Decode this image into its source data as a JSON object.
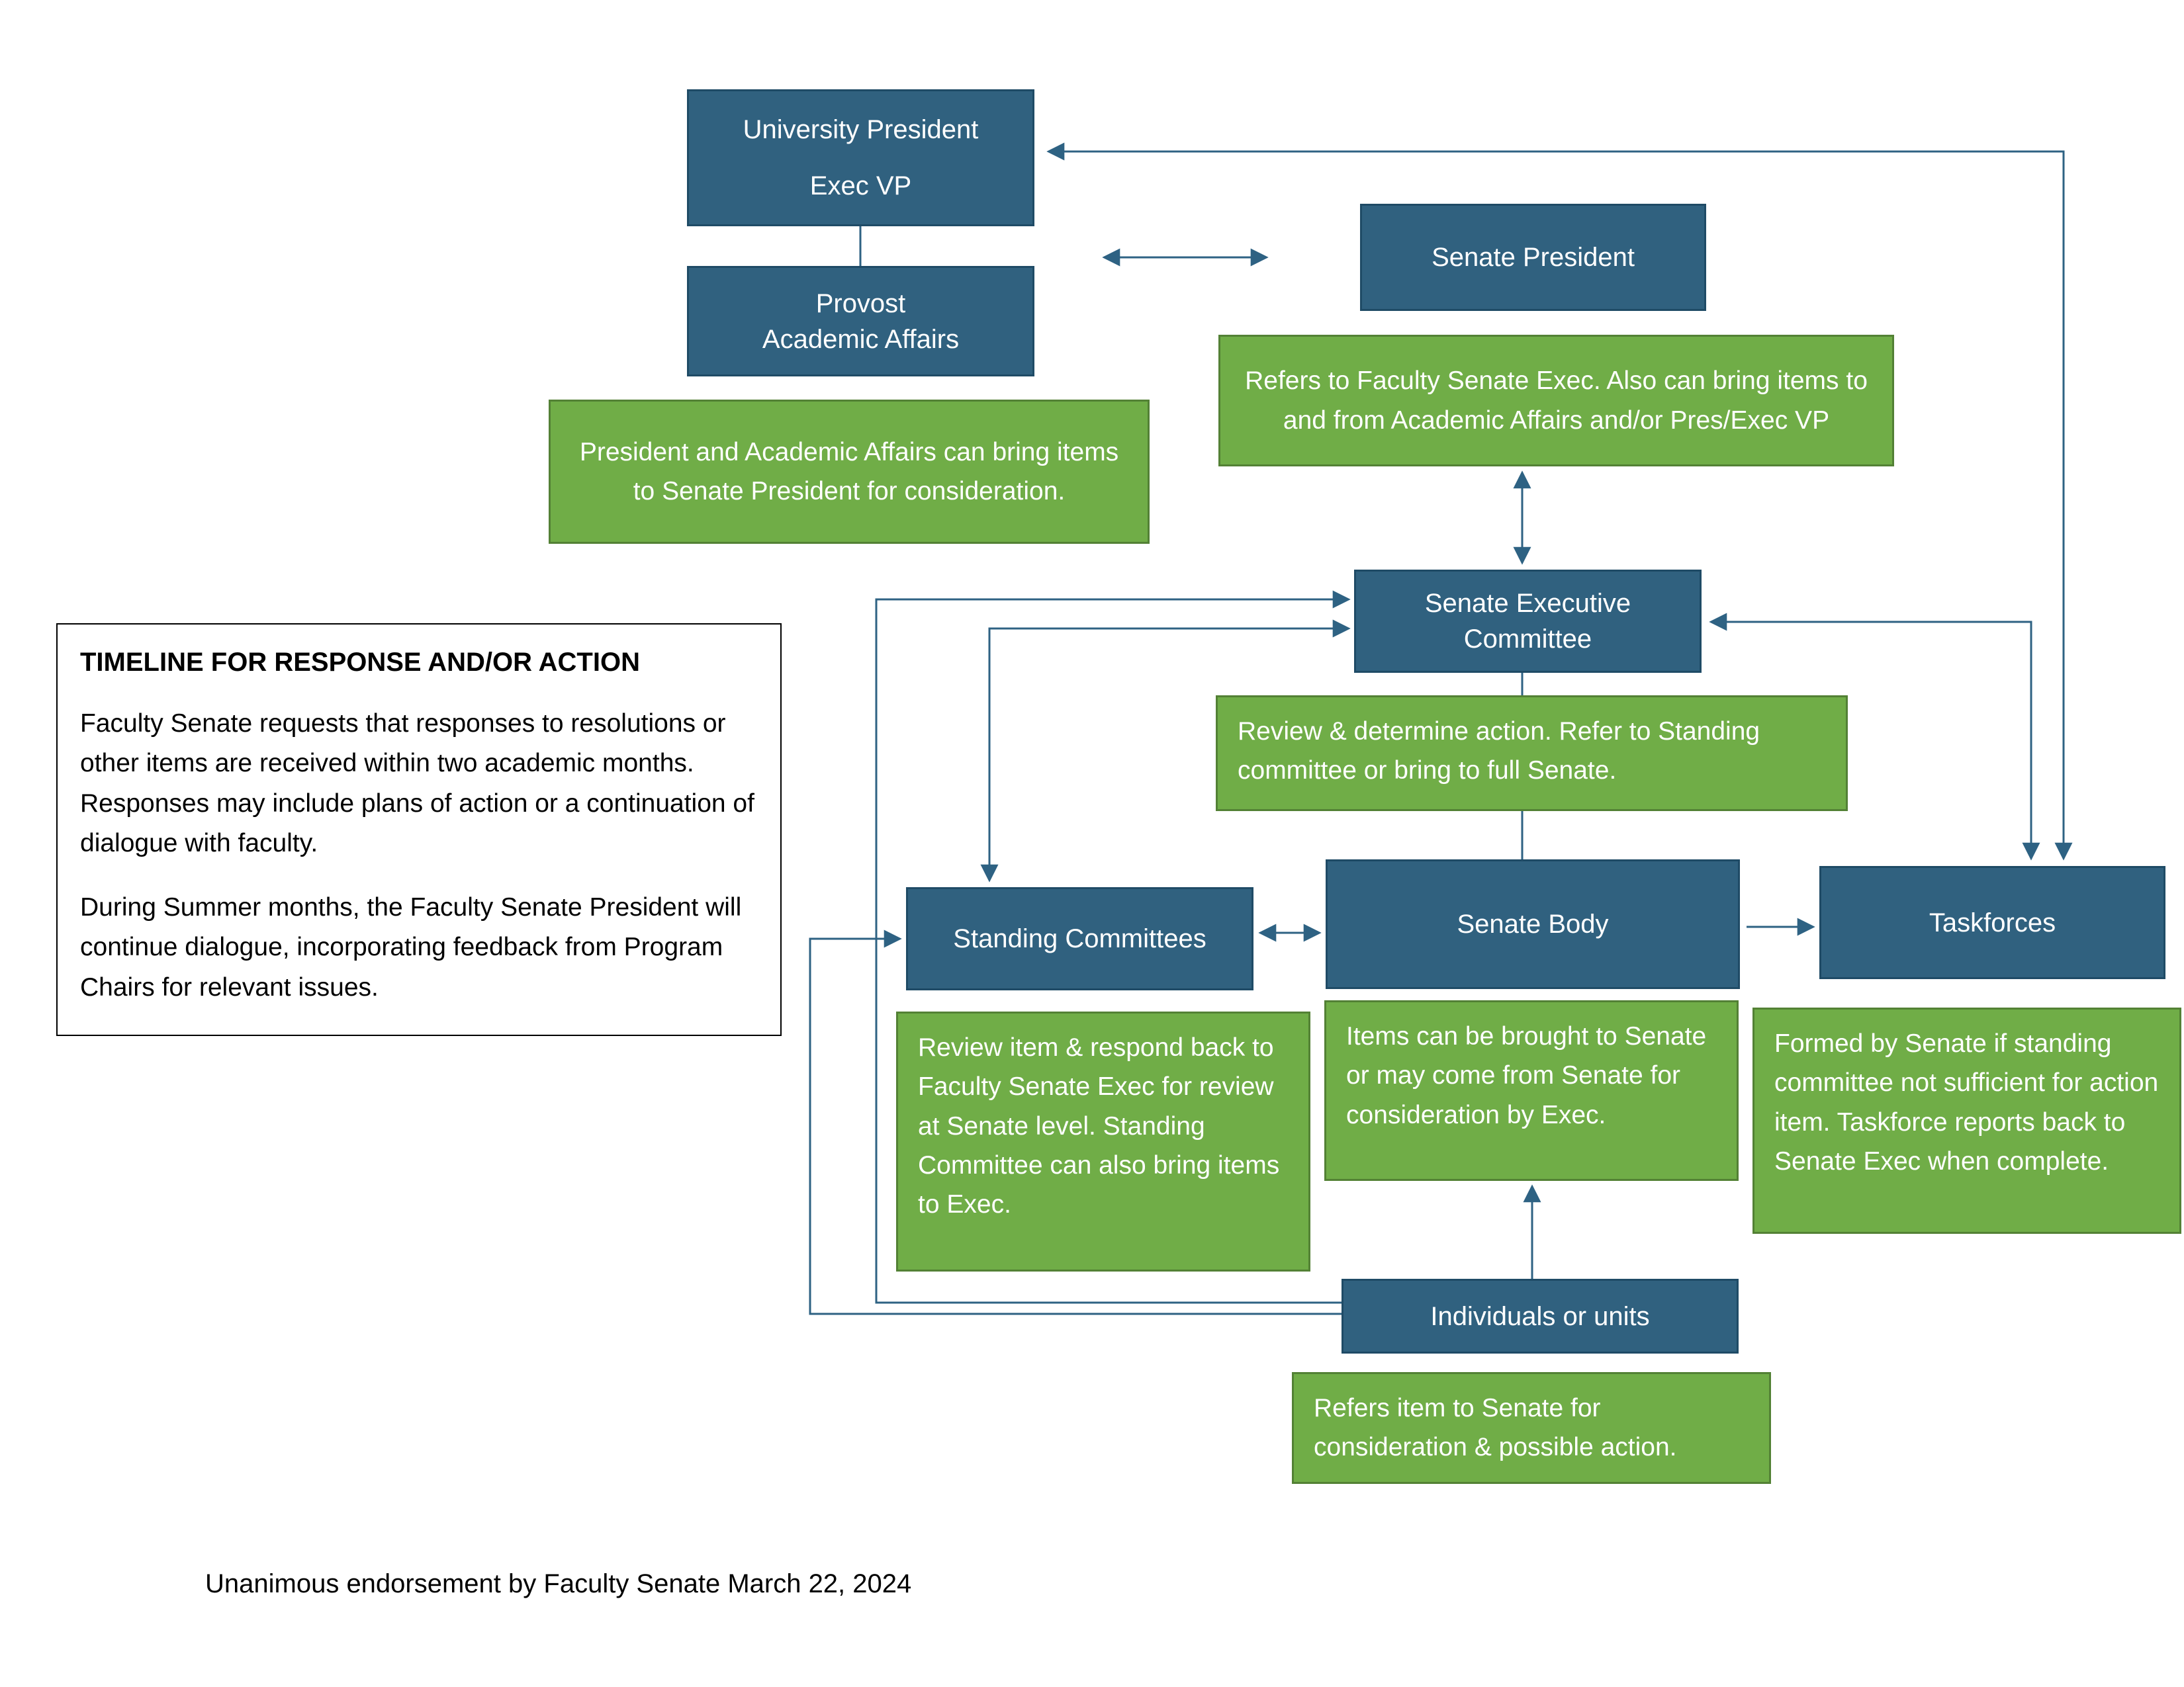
{
  "colors": {
    "node_fill": "#30617F",
    "node_border": "#1F4B66",
    "note_fill": "#70AD47",
    "note_border": "#538135",
    "arrow": "#2E6283",
    "text_on_fill": "#FFFFFF",
    "text_black": "#000000"
  },
  "nodes": {
    "university_president": {
      "line1": "University President",
      "line2": "Exec VP"
    },
    "provost": {
      "line1": "Provost",
      "line2": "Academic Affairs"
    },
    "senate_president": {
      "label": "Senate President"
    },
    "senate_exec": {
      "line1": "Senate Executive",
      "line2": "Committee"
    },
    "standing_committees": {
      "label": "Standing Committees"
    },
    "senate_body": {
      "label": "Senate Body"
    },
    "taskforces": {
      "label": "Taskforces"
    },
    "individuals": {
      "label": "Individuals or units"
    }
  },
  "notes": {
    "president_note": "President and Academic Affairs can bring items to Senate President for consideration.",
    "senate_president_note": "Refers to Faculty Senate Exec. Also can bring items to and from Academic Affairs and/or Pres/Exec VP",
    "exec_note": "Review & determine action. Refer to Standing committee or bring to full Senate.",
    "standing_note": "Review item & respond back to Faculty Senate Exec for review at Senate level. Standing Committee can also bring items to Exec.",
    "body_note": "Items can be brought to Senate or may come from Senate for consideration by Exec.",
    "taskforce_note": "Formed by Senate if standing committee not sufficient for action item. Taskforce reports back to Senate Exec when complete.",
    "individuals_note": "Refers item to Senate for consideration & possible action."
  },
  "timeline": {
    "title": "TIMELINE FOR RESPONSE AND/OR ACTION",
    "paragraph1": "Faculty Senate requests that responses to resolutions or other items are received within two academic months. Responses may include plans of action or a continuation of dialogue with faculty.",
    "paragraph2": "During Summer months, the Faculty Senate President will continue dialogue, incorporating feedback from Program Chairs for relevant issues."
  },
  "footer": "Unanimous endorsement by Faculty Senate March 22, 2024"
}
